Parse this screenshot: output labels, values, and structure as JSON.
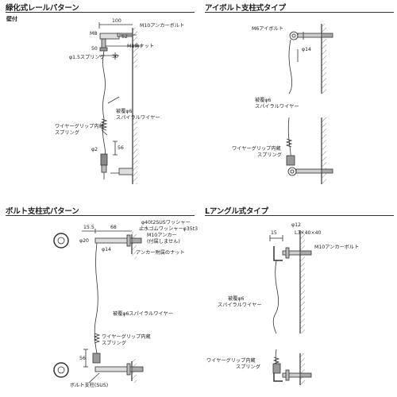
{
  "panels": {
    "p1": {
      "title": "緑化式レールパターン",
      "subtitle": "壁付",
      "labels": {
        "d100": "100",
        "m8": "M8",
        "m10anchor": "M10アンカーボルト",
        "m8nut": "M8角ナット",
        "d52": "52",
        "d50": "50",
        "spring": "φ1.5スプリング",
        "d30": "30",
        "wire1": "被覆φ6",
        "wire2": "スパイラルワイヤー",
        "grip1": "ワイヤーグリップ内蔵",
        "grip2": "スプリング",
        "phi2": "φ2",
        "d56": "56"
      }
    },
    "p2": {
      "title": "アイボルト支柱式タイプ",
      "labels": {
        "m6eye": "M6アイボルト",
        "phi14": "φ14",
        "wire1": "被覆φ6",
        "wire2": "スパイラルワイヤー",
        "grip1": "ワイヤーグリップ内蔵",
        "grip2": "スプリング"
      }
    },
    "p3": {
      "title": "ボルト支柱式パターン",
      "labels": {
        "d15": "15.5",
        "d68": "68",
        "washer": "φ40t2SUSワッシャー",
        "rubber": "止水ゴムワッシャーφ35t3",
        "m10anchor": "M10アンカー",
        "attached": "(付属しません)",
        "phi20": "φ20",
        "phi14": "φ14",
        "nut": "アンカー附属のナット",
        "wire": "被覆φ6スパイラルワイヤー",
        "grip1": "ワイヤーグリップ内蔵",
        "grip2": "スプリング",
        "d56": "56",
        "post": "ボルト支柱(SUS)"
      }
    },
    "p4": {
      "title": "Lアングル式タイプ",
      "labels": {
        "phi12": "φ12",
        "d15": "15",
        "angle": "L3×40×40",
        "m10anchor": "M10アンカーボルト",
        "wire1": "被覆φ6",
        "wire2": "スパイラルワイヤー",
        "grip1": "ワイヤーグリップ内蔵",
        "grip2": "スプリング"
      }
    }
  },
  "colors": {
    "line": "#333333",
    "hatch": "#555555",
    "wire": "#444444",
    "fill": "#dddddd"
  }
}
